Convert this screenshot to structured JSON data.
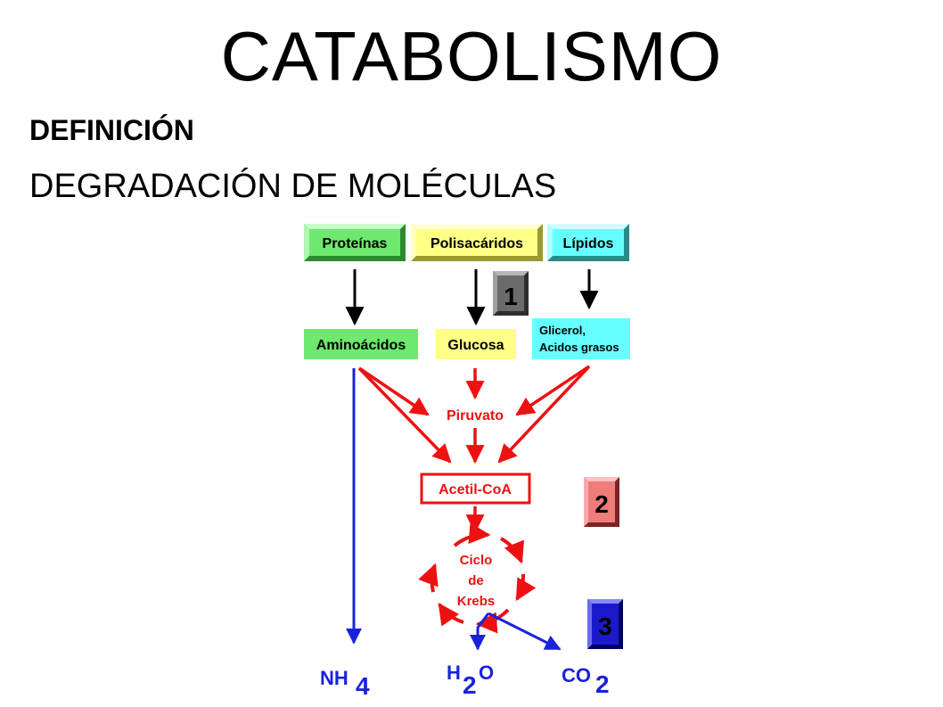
{
  "title": "CATABOLISMO",
  "subtitle": "DEFINICIÓN",
  "heading": "DEGRADACIÓN DE MOLÉCULAS",
  "colors": {
    "proteins": "#6fe86f",
    "polysaccharides": "#ffff88",
    "lipids": "#66ffff",
    "stage1": "#6b6b6b",
    "stage2": "#ef7b7b",
    "stage3": "#1a1acc",
    "red": "#ee1111",
    "blue": "#1a22dd"
  },
  "diagram": {
    "macromolecules": {
      "proteins": "Proteínas",
      "polysaccharides": "Polisacáridos",
      "lipids": "Lípidos"
    },
    "monomers": {
      "amino_acids": "Aminoácidos",
      "glucose": "Glucosa",
      "glycerol_line1": "Glicerol,",
      "glycerol_line2": "Acidos grasos"
    },
    "intermediates": {
      "pyruvate": "Piruvato",
      "acetyl_coa": "Acetil-CoA",
      "krebs_line1": "Ciclo",
      "krebs_line2": "de",
      "krebs_line3": "Krebs"
    },
    "stages": {
      "stage1": "1",
      "stage2": "2",
      "stage3": "3"
    },
    "products": {
      "nh_base": "NH",
      "nh_sub": "4",
      "h2o_h": "H",
      "h2o_sub": "2",
      "h2o_o": "O",
      "co_base": "CO",
      "co_sub": "2"
    }
  }
}
